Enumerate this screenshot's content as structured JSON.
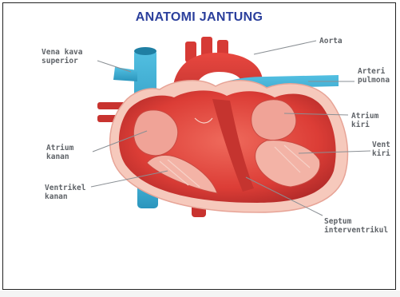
{
  "title": "ANATOMI JANTUNG",
  "labels": {
    "vena_kava_line1": "Vena kava",
    "vena_kava_line2": "superior",
    "aorta": "Aorta",
    "arteri_line1": "Arteri",
    "arteri_line2": "pulmona",
    "atrium_kiri_line1": "Atrium",
    "atrium_kiri_line2": "kiri",
    "ventrikel_kiri_line1": "Vent",
    "ventrikel_kiri_line2": "kiri",
    "atrium_kanan_line1": "Atrium",
    "atrium_kanan_line2": "kanan",
    "ventrikel_kanan_line1": "Ventrikel",
    "ventrikel_kanan_line2": "kanan",
    "septum_line1": "Septum",
    "septum_line2": "interventrikul"
  },
  "colors": {
    "title": "#2b3f9c",
    "label_text": "#5f6368",
    "muscle": "#e2473e",
    "muscle_dark": "#b92d2b",
    "pericardium": "#f6c9bc",
    "vein_blue": "#38a9cf"
  }
}
